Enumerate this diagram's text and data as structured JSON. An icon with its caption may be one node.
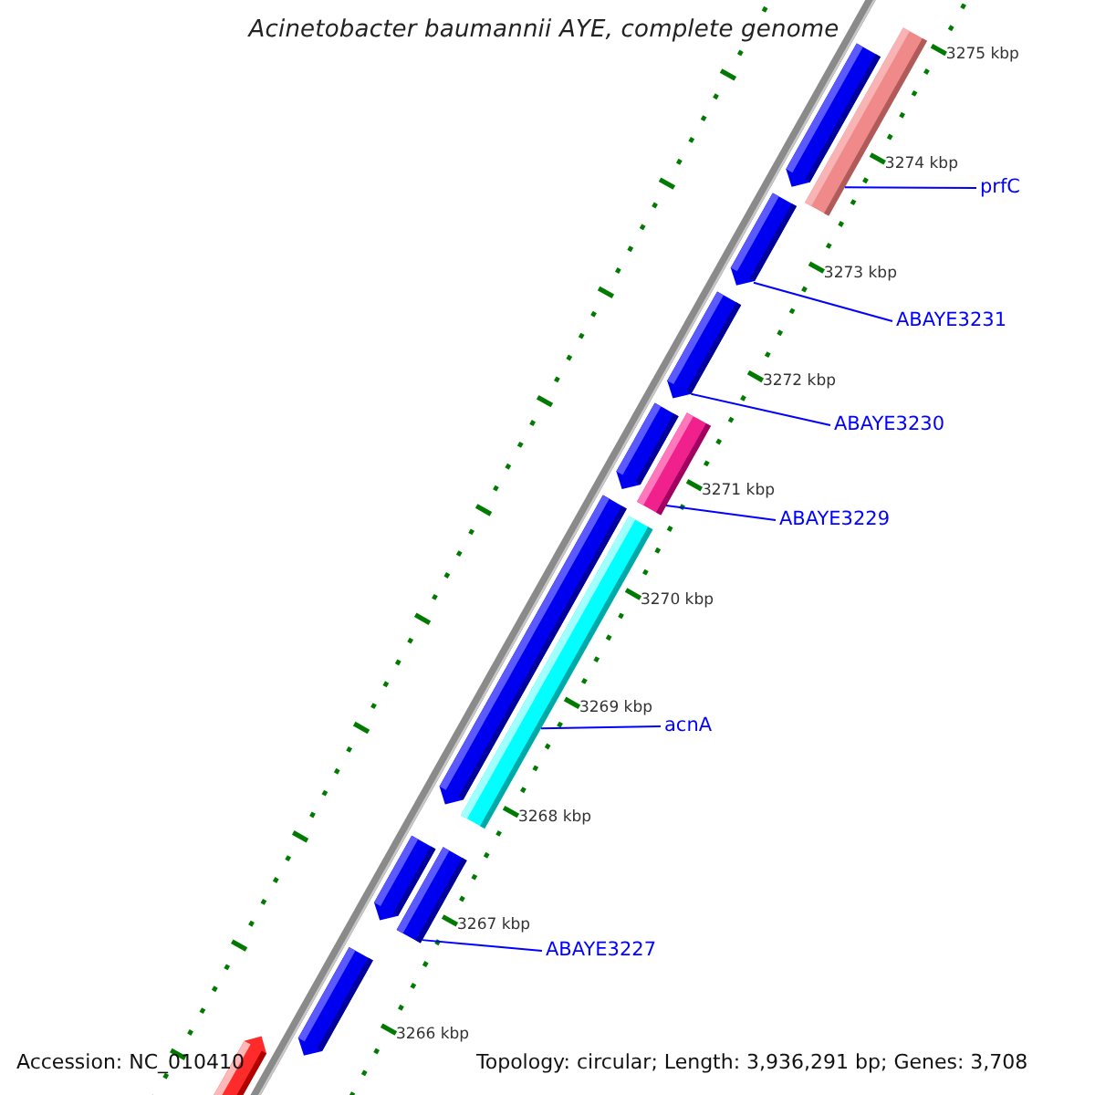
{
  "diagram": {
    "title": "Acinetobacter baumannii AYE, complete genome",
    "nodes": [
      {
        "text": [
          "prfC"
        ]
      },
      {
        "text": [
          "ABAYE3231"
        ]
      },
      {
        "text": [
          "ABAYE3230"
        ]
      },
      {
        "text": [
          "ABAYE3229"
        ]
      },
      {
        "text": [
          "acnA"
        ]
      },
      {
        "text": [
          "ABAYE3227"
        ]
      },
      {
        "text": [],
        "shape": "bar"
      },
      {
        "text": [],
        "shape": "bar"
      },
      {
        "text": [],
        "shape": "bar"
      },
      {
        "text": [],
        "shape": "bar"
      },
      {
        "text": [],
        "shape": "bar"
      },
      {
        "text": [],
        "shape": "bar"
      },
      {
        "text": [],
        "shape": "bar"
      },
      {
        "text": [],
        "shape": "bar"
      },
      {
        "text": [],
        "shape": "bar"
      },
      {
        "text": [],
        "shape": "bar"
      },
      {
        "text": [],
        "shape": "bar"
      },
      {
        "text": [],
        "shape": "bar"
      }
    ],
    "edges": [
      {
        "from": 0,
        "to": 7,
        "arrow": "none"
      },
      {
        "from": 1,
        "to": 8,
        "arrow": "none"
      },
      {
        "from": 2,
        "to": 9,
        "arrow": "none"
      },
      {
        "from": 3,
        "to": 11,
        "arrow": "none"
      },
      {
        "from": 4,
        "to": 13,
        "arrow": "none"
      },
      {
        "from": 5,
        "to": 15,
        "arrow": "none"
      }
    ],
    "labels": [
      "3275 kbp",
      "3274 kbp",
      "3273 kbp",
      "3272 kbp",
      "3271 kbp",
      "3270 kbp",
      "3269 kbp",
      "3268 kbp",
      "3267 kbp",
      "3266 kbp",
      "Accession: NC_010410",
      "Topology: circular; Length: 3,936,291 bp; Genes: 3,708"
    ]
  }
}
